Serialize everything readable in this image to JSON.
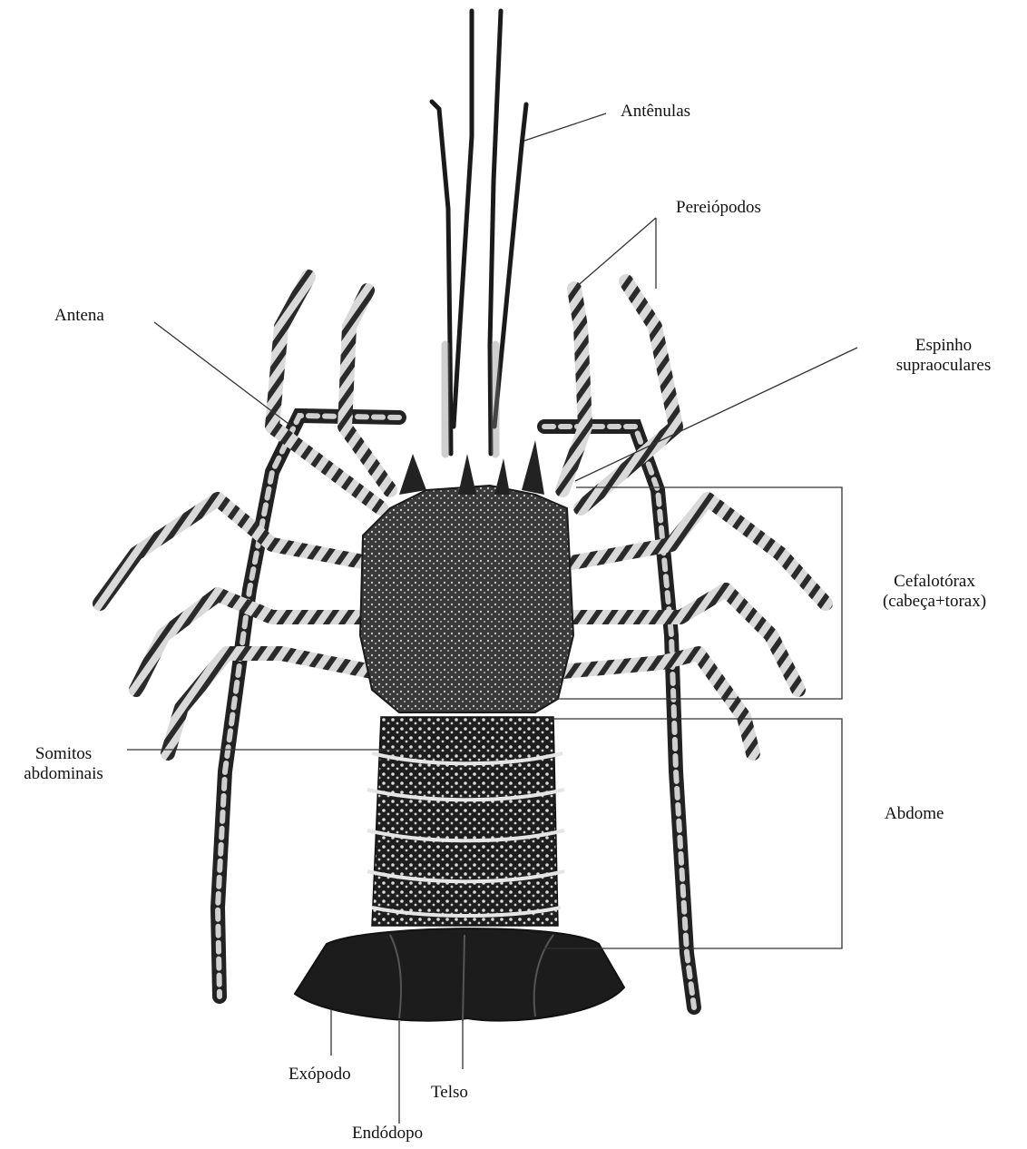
{
  "labels": {
    "antenulas": "Antênulas",
    "pereiopodos": "Pereiópodos",
    "antena": "Antena",
    "espinho_1": "Espinho",
    "espinho_2": "supraoculares",
    "cefalotorax_1": "Cefalotórax",
    "cefalotorax_2": "(cabeça+torax)",
    "somitos_1": "Somitos",
    "somitos_2": "abdominais",
    "abdome": "Abdome",
    "exopodo": "Exópodo",
    "telso": "Telso",
    "endodopo": "Endódopo"
  }
}
